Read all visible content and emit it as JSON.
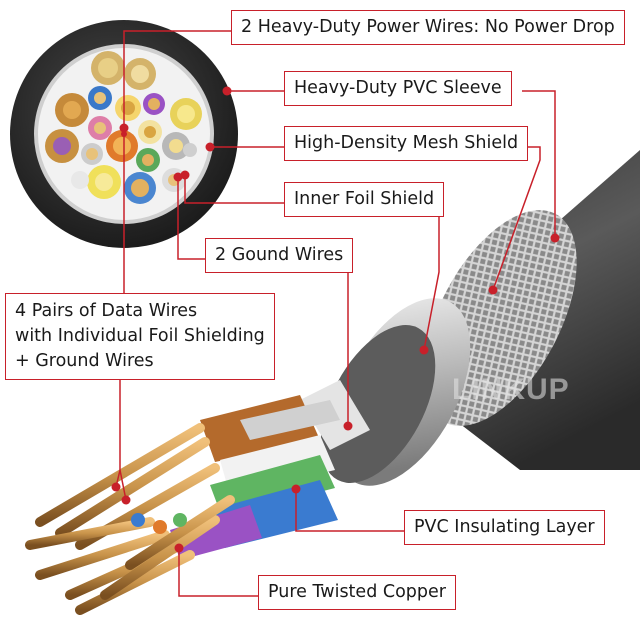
{
  "labels": {
    "power": "2 Heavy-Duty Power Wires: No Power Drop",
    "sleeve": "Heavy-Duty PVC Sleeve",
    "mesh": "High-Density Mesh Shield",
    "foil": "Inner Foil Shield",
    "ground": "2 Gound Wires",
    "pairs": [
      "4 Pairs of Data Wires",
      "with Individual Foil Shielding",
      "+ Ground Wires"
    ],
    "pvc": "PVC Insulating Layer",
    "copper": "Pure Twisted Copper"
  },
  "brand": "LINKUP",
  "colors": {
    "callout_border": "#c8202a",
    "leader_line": "#c8202a",
    "jacket": "#2e2e2e",
    "copper": "#c8934a"
  }
}
